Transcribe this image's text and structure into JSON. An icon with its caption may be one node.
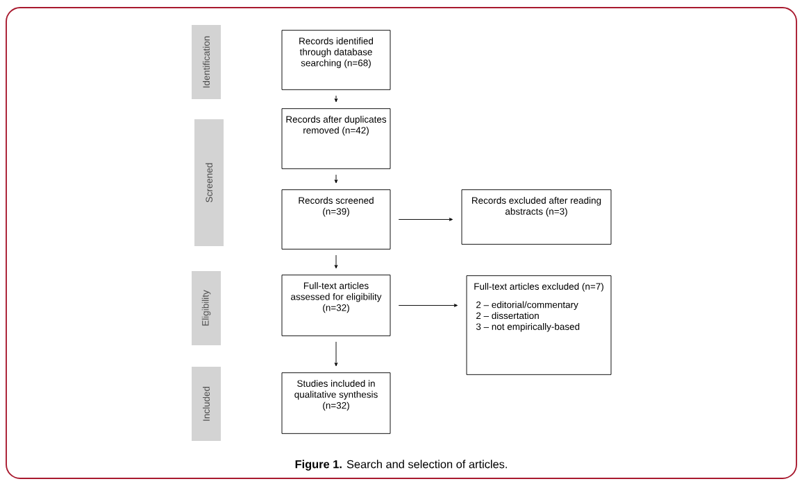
{
  "diagram": {
    "caption": "**Figure 1.** Search and selection of articles.",
    "nodes": [
      {
        "text": [
          "Identification"
        ]
      },
      {
        "text": [
          "Records identified through database searching (n=68)"
        ]
      },
      {
        "text": [
          "Screened"
        ]
      },
      {
        "text": [
          "Records after duplicates removed (n=42)"
        ]
      },
      {
        "text": [
          "Records screened (n=39)"
        ]
      },
      {
        "text": [
          "Records excluded after reading abstracts (n=3)"
        ]
      },
      {
        "text": [
          "Eligibility"
        ]
      },
      {
        "text": [
          "Full-text articles assessed for eligibility (n=32)"
        ]
      },
      {
        "text": [
          "Full-text articles excluded (n=7)",
          "2 – editorial/commentary",
          "2 – dissertation",
          "3 – not empirically-based"
        ]
      },
      {
        "text": [
          "Included"
        ]
      },
      {
        "text": [
          "Studies included in qualitative synthesis (n=32)"
        ]
      }
    ],
    "edges": [
      {
        "from": 1,
        "to": 3,
        "arrow": "to"
      },
      {
        "from": 3,
        "to": 4,
        "arrow": "to"
      },
      {
        "from": 4,
        "to": 5,
        "arrow": "to"
      },
      {
        "from": 4,
        "to": 7,
        "arrow": "to"
      },
      {
        "from": 7,
        "to": 8,
        "arrow": "to"
      },
      {
        "from": 7,
        "to": 10,
        "arrow": "to"
      }
    ]
  }
}
